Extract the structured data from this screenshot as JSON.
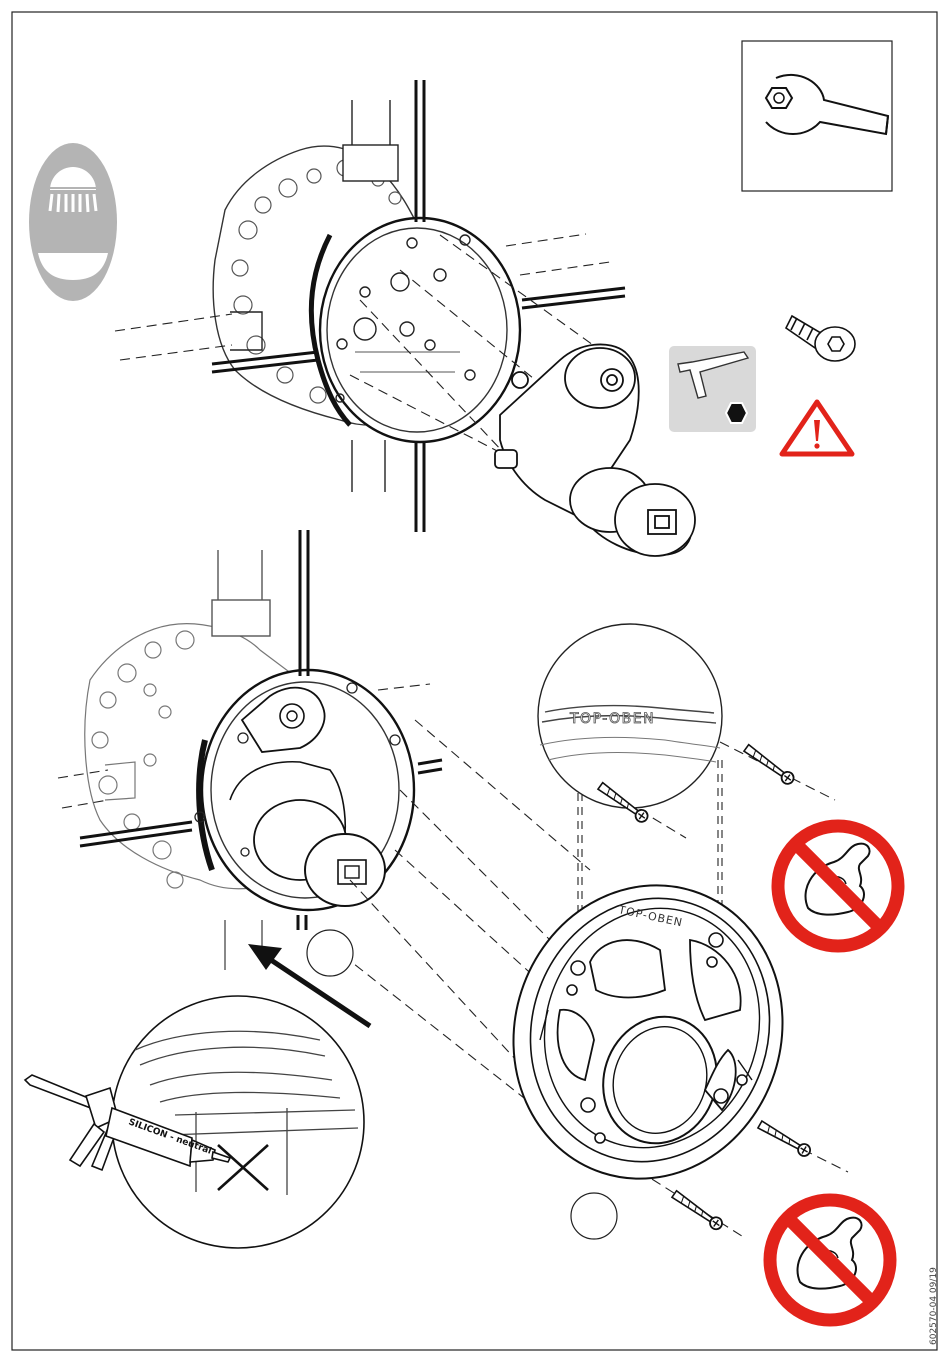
{
  "document": {
    "code": "602570-04 09/19"
  },
  "labels": {
    "ring_marking_detail": "TOP-OBEN",
    "ring_marking_main": "TOP-OBEN",
    "sealant_tube": "SILICON - neutral"
  },
  "icons": {
    "mode": "shower-and-bath-icon",
    "tool": "open-end-wrench-icon",
    "allen_key": "hex-key-icon",
    "screw": "socket-head-screw-icon",
    "warning": "warning-triangle-icon",
    "no_force": "no-force-icon",
    "no_silicone": "no-silicone-cross-icon"
  },
  "colors": {
    "warning_red": "#e2231a",
    "mode_badge_gray": "#b4b4b4",
    "allen_panel_gray": "#d9d9d9",
    "line": "#1a1a1a"
  }
}
